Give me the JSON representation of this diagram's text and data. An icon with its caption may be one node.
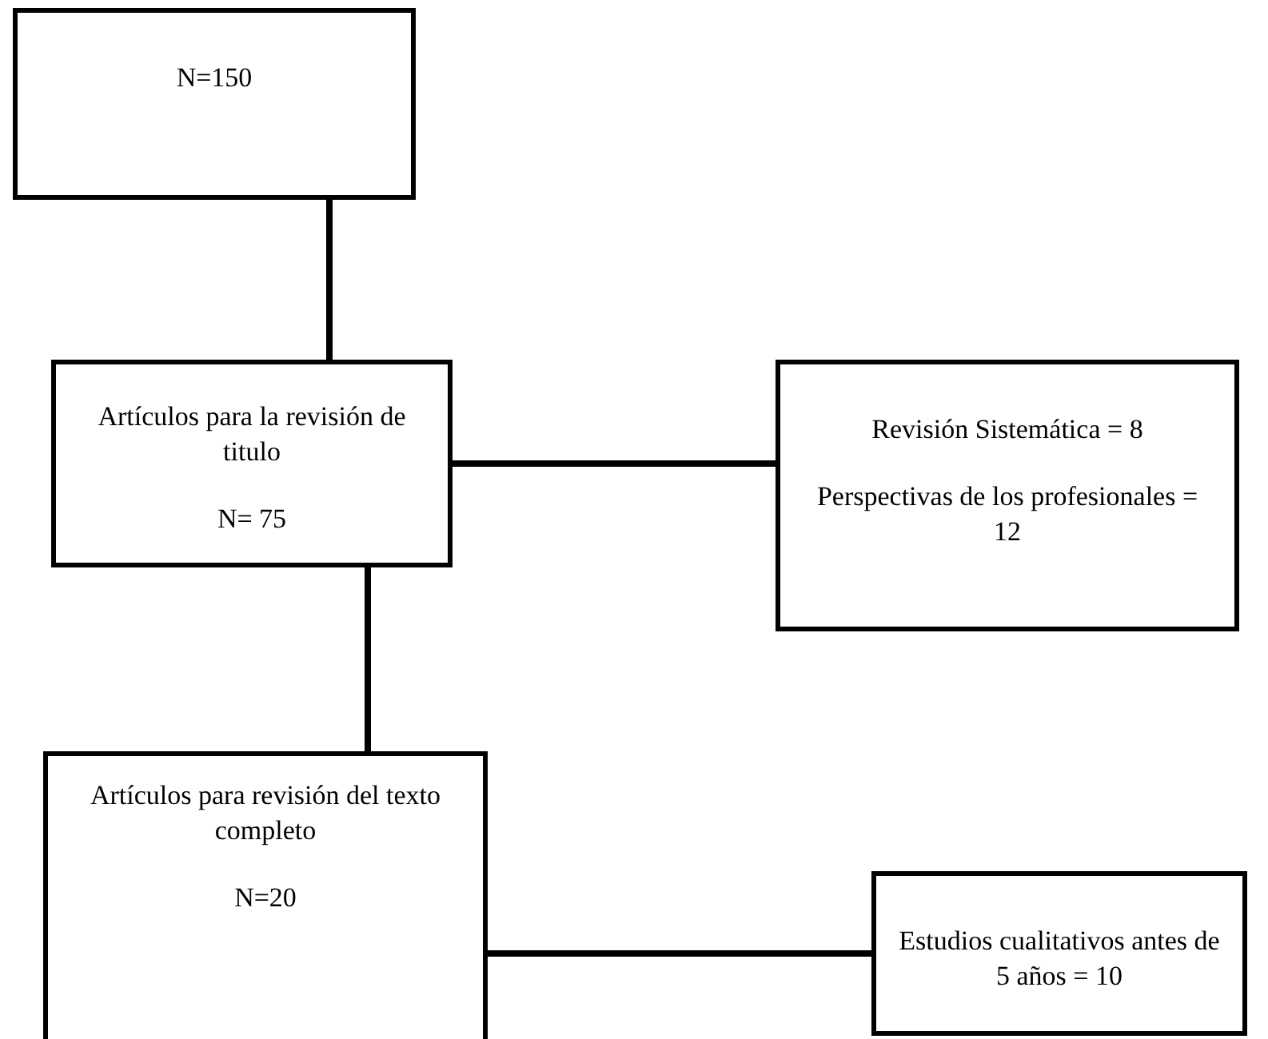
{
  "diagram": {
    "nodes": [
      {
        "text": [
          "N=150"
        ]
      },
      {
        "text": [
          "Artículos para la revisión de titulo",
          "N= 75"
        ]
      },
      {
        "text": [
          "Revisión Sistemática = 8",
          "Perspectivas de los profesionales = 12"
        ]
      },
      {
        "text": [
          "Artículos para revisión del texto completo",
          "N=20"
        ]
      },
      {
        "text": [
          "Estudios cualitativos antes de 5 años = 10"
        ]
      }
    ],
    "edges": [
      {
        "from": 0,
        "to": 1,
        "arrow": "none"
      },
      {
        "from": 1,
        "to": 2,
        "arrow": "none"
      },
      {
        "from": 1,
        "to": 3,
        "arrow": "none"
      },
      {
        "from": 3,
        "to": 4,
        "arrow": "none"
      }
    ]
  }
}
